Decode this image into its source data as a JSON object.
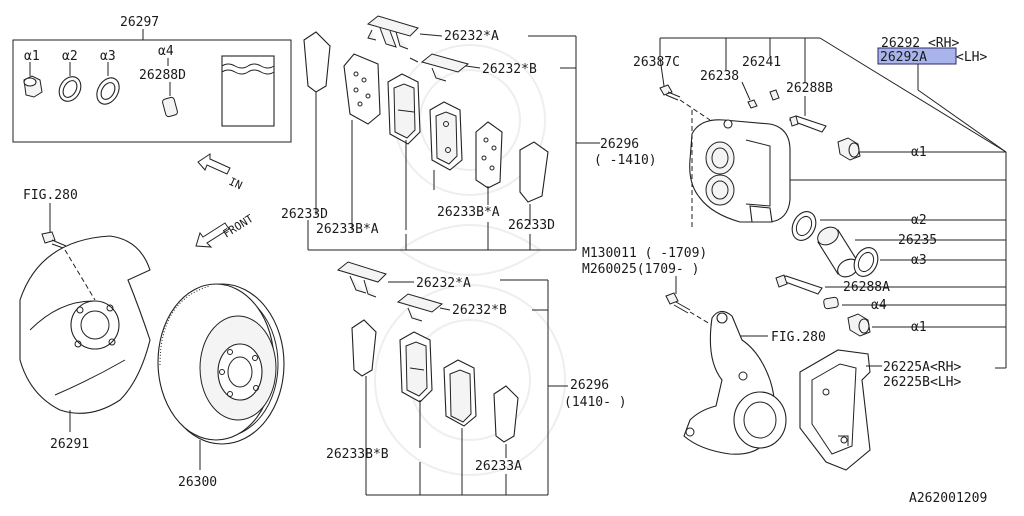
{
  "labels": {
    "kit_26297": "26297",
    "a1_top": "α1",
    "a2_top": "α2",
    "a3_top": "α3",
    "a4_top": "α4",
    "p26288D": "26288D",
    "fig280_top": "FIG.280",
    "in_arrow": "IN",
    "front_arrow": "FRONT",
    "p26291": "26291",
    "p26300": "26300",
    "p26232A_1": "26232*A",
    "p26232B_1": "26232*B",
    "p26296_1": "26296",
    "p26296_1_range": "( -1410)",
    "p26233D_1": "26233D",
    "p26233BA": "26233B*A",
    "p26233BA_2": "26233B*A",
    "p26233D_2": "26233D",
    "m130011": "M130011 ( -1709)",
    "m260025": "M260025(1709- )",
    "p26232A_2": "26232*A",
    "p26232B_2": "26232*B",
    "p26296_2": "26296",
    "p26296_2_range": "(1410- )",
    "p26233BB": "26233B*B",
    "p26233A": "26233A",
    "p26387C": "26387C",
    "p26241": "26241",
    "p26238": "26238",
    "p26288B": "26288B",
    "p26292": "26292 <RH>",
    "p26292A": "26292A",
    "p26292A_lh": "<LH>",
    "a1_r1": "α1",
    "a2_r": "α2",
    "p26235": "26235",
    "a3_r": "α3",
    "p26288A": "26288A",
    "a4_r": "α4",
    "a1_r2": "α1",
    "fig280_r": "FIG.280",
    "p26225A": "26225A<RH>",
    "p26225B": "26225B<LH>",
    "ref_code": "A262001209"
  },
  "colors": {
    "highlight": "#aab4ec",
    "line": "#222222",
    "watermark": "#dddddd"
  },
  "icons": {
    "in_arrow": "outline-arrow-icon",
    "front_arrow": "outline-arrow-icon"
  }
}
